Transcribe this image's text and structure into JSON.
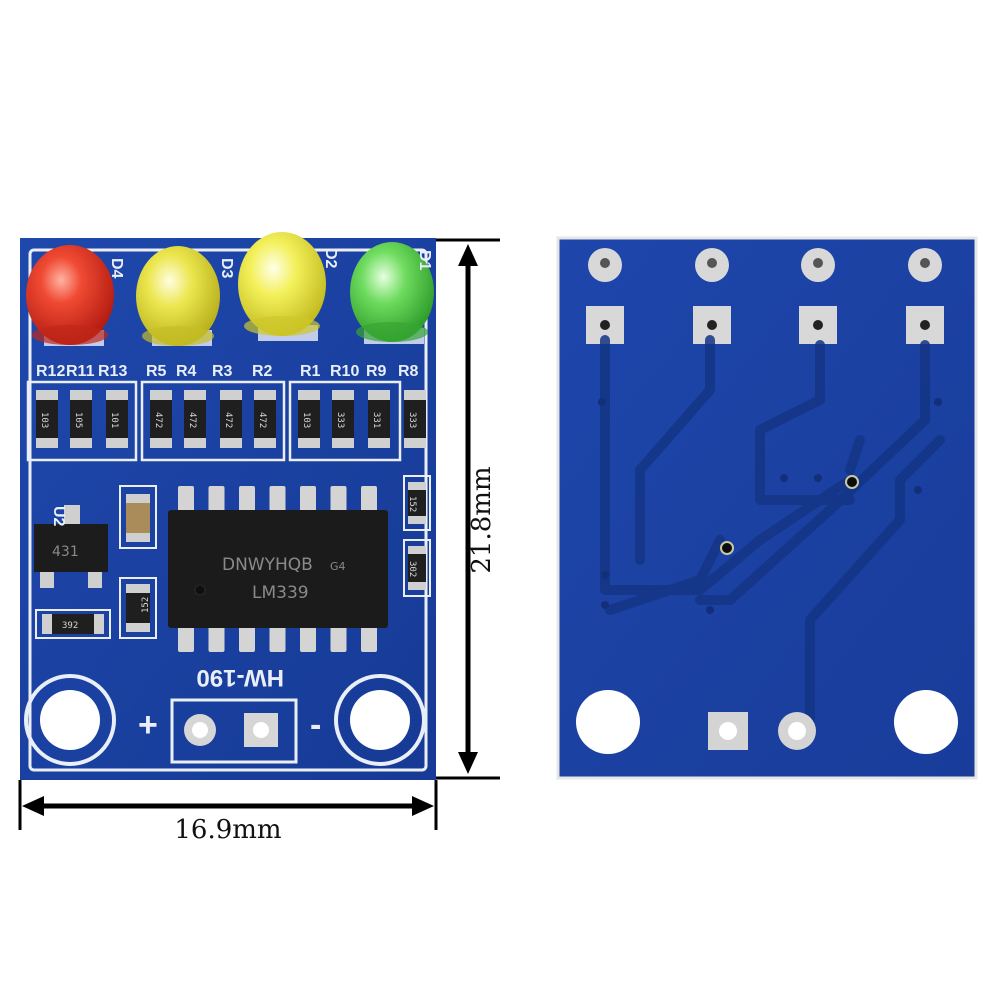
{
  "dimensions": {
    "width_label": "16.9mm",
    "height_label": "21.8mm"
  },
  "front": {
    "leds": [
      {
        "label": "D4",
        "color": "#e43a2a"
      },
      {
        "label": "D3",
        "color": "#e6e24a"
      },
      {
        "label": "D2",
        "color": "#f0ee50"
      },
      {
        "label": "D1",
        "color": "#5fd35a"
      }
    ],
    "resistor_labels": [
      "R12",
      "R11",
      "R13",
      "R5",
      "R4",
      "R3",
      "R2",
      "R1",
      "R10",
      "R9",
      "R8"
    ],
    "resistor_codes": [
      "103",
      "105",
      "101",
      "472",
      "472",
      "472",
      "472",
      "103",
      "333",
      "331",
      "333"
    ],
    "chip": {
      "line1": "DNWYHQB",
      "suffix": "G4",
      "line2": "LM339"
    },
    "regulator_mark": "431",
    "side_codes": [
      "152",
      "302"
    ],
    "left_code": "392",
    "cap_code": "152",
    "board_name": "HW-190",
    "plus_sign": "+",
    "minus_sign": "-"
  },
  "colors": {
    "pcb": "#1b3f9e",
    "pcb_dark": "#143486",
    "silkscreen": "#e9eef7",
    "pad": "#d9d9d9"
  }
}
